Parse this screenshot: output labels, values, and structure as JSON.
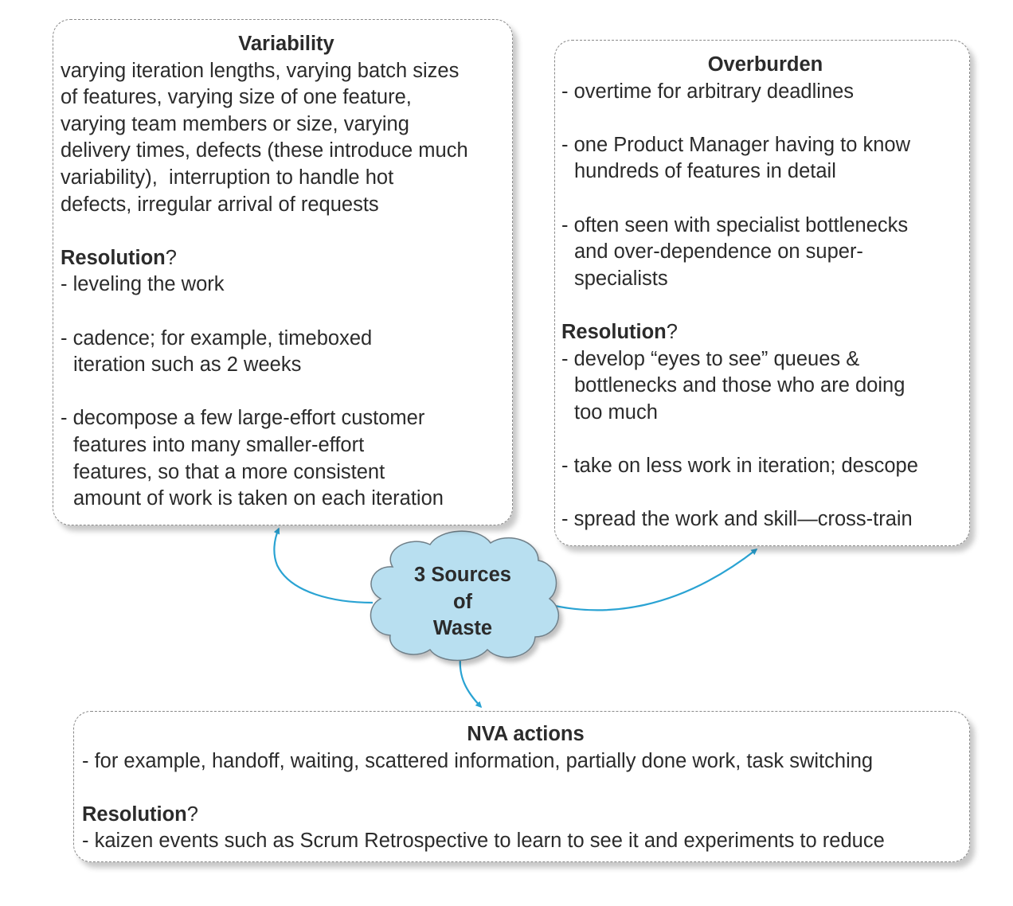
{
  "variability": {
    "title": "Variability",
    "lines": [
      "varying iteration lengths, varying batch sizes",
      "of features, varying size of one feature,",
      "varying team members or size, varying",
      "delivery times, defects (these introduce much",
      "variability),  interruption to handle hot",
      "defects, irregular arrival of requests"
    ],
    "resolution_label": "Resolution",
    "resolution_mark": "?",
    "items": [
      [
        "- leveling the work"
      ],
      [
        "- cadence; for example, timeboxed",
        "iteration such as 2 weeks"
      ],
      [
        "- decompose a few large-effort customer",
        "features into many smaller-effort",
        "features, so that a more consistent",
        "amount of work is taken on each iteration"
      ]
    ]
  },
  "overburden": {
    "title": "Overburden",
    "items": [
      [
        "- overtime for arbitrary deadlines"
      ],
      [
        "- one Product Manager having to know",
        "hundreds of features in detail"
      ],
      [
        "- often seen with specialist bottlenecks",
        "and over-dependence on super-",
        "specialists"
      ]
    ],
    "resolution_label": "Resolution",
    "resolution_mark": "?",
    "resolution_items": [
      [
        "- develop “eyes to see” queues &",
        "bottlenecks and those who are doing",
        "too much"
      ],
      [
        "- take on less work in iteration; descope"
      ],
      [
        "- spread the work and skill—cross-train"
      ]
    ]
  },
  "nva": {
    "title": "NVA actions",
    "line1": "- for example, handoff, waiting, scattered information, partially done work, task switching",
    "resolution_label": "Resolution",
    "resolution_mark": "?",
    "line2": "- kaizen events such as Scrum Retrospective to learn to see it and experiments to reduce"
  },
  "cloud": {
    "line1": "3 Sources",
    "line2": "of",
    "line3": "Waste"
  },
  "colors": {
    "arrow": "#2aa3d3",
    "cloud_fill": "#b8dff0",
    "cloud_stroke": "#6f7f88",
    "box_border": "#8a8a8a"
  }
}
